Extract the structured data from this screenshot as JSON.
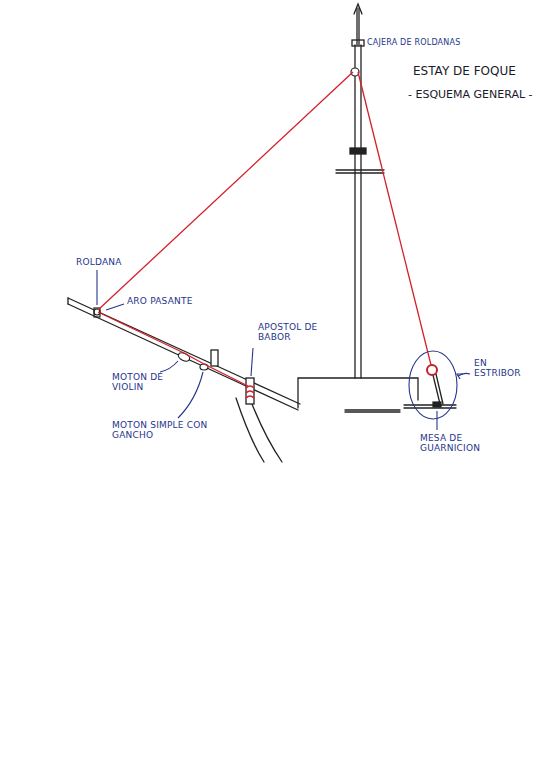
{
  "diagram": {
    "title": "ESTAY DE FOQUE",
    "labels": [
      "- ESQUEMA GENERAL -",
      "CAJERA DE ROLDANAS",
      "ROLDANA",
      "ARO PASANTE",
      "APOSTOL DE BABOR",
      "MOTON DE VIOLIN",
      "MOTON SIMPLE CON GANCHO",
      "EN ESTRIBOR",
      "MESA DE GUARNICION"
    ]
  }
}
